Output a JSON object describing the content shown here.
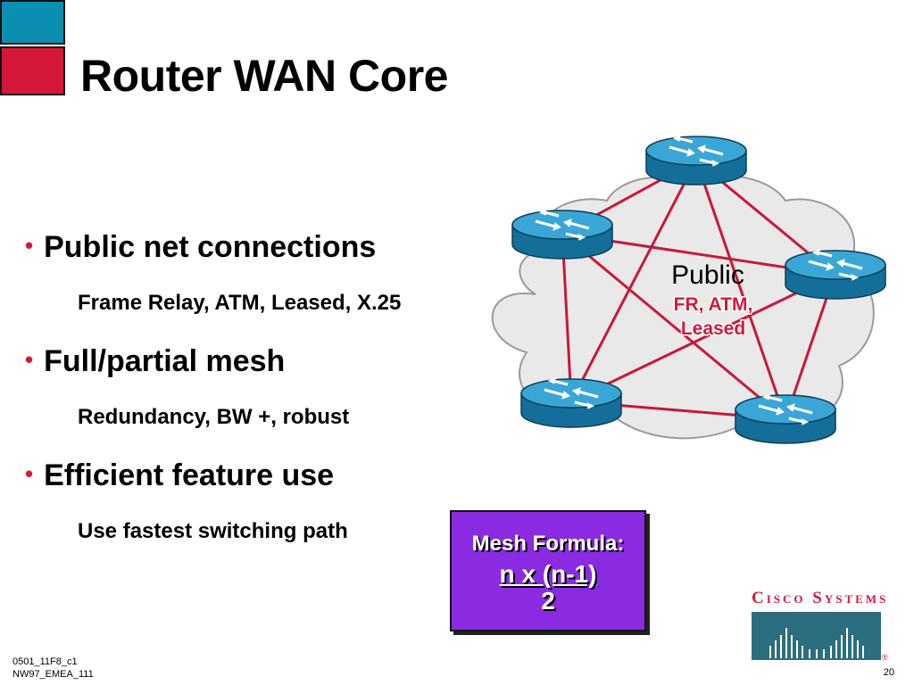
{
  "slide": {
    "title": "Router WAN Core",
    "bullets": [
      {
        "text": "Public net connections",
        "sub": "Frame Relay, ATM, Leased, X.25"
      },
      {
        "text": "Full/partial mesh",
        "sub": "Redundancy, BW +, robust"
      },
      {
        "text": "Efficient feature use",
        "sub": "Use fastest switching path"
      }
    ],
    "bullet_symbol": "•"
  },
  "diagram": {
    "cloud_label": "Public",
    "cloud_sublabel_1": "FR, ATM,",
    "cloud_sublabel_2": "Leased"
  },
  "formula_box": {
    "line1": "Mesh Formula:",
    "line2": "n x (n-1)",
    "line3": "2"
  },
  "logo": {
    "text": "Cisco Systems",
    "registered": "®"
  },
  "footer": {
    "code1": "0501_11F8_c1",
    "code2": "NW97_EMEA_111",
    "page": "20"
  },
  "colors": {
    "accent_red": "#d5183a",
    "accent_blue": "#0a8fb3",
    "router_blue": "#1e8fc0",
    "formula_purple": "#8a2be2",
    "cisco_teal": "#2b6e7f"
  }
}
